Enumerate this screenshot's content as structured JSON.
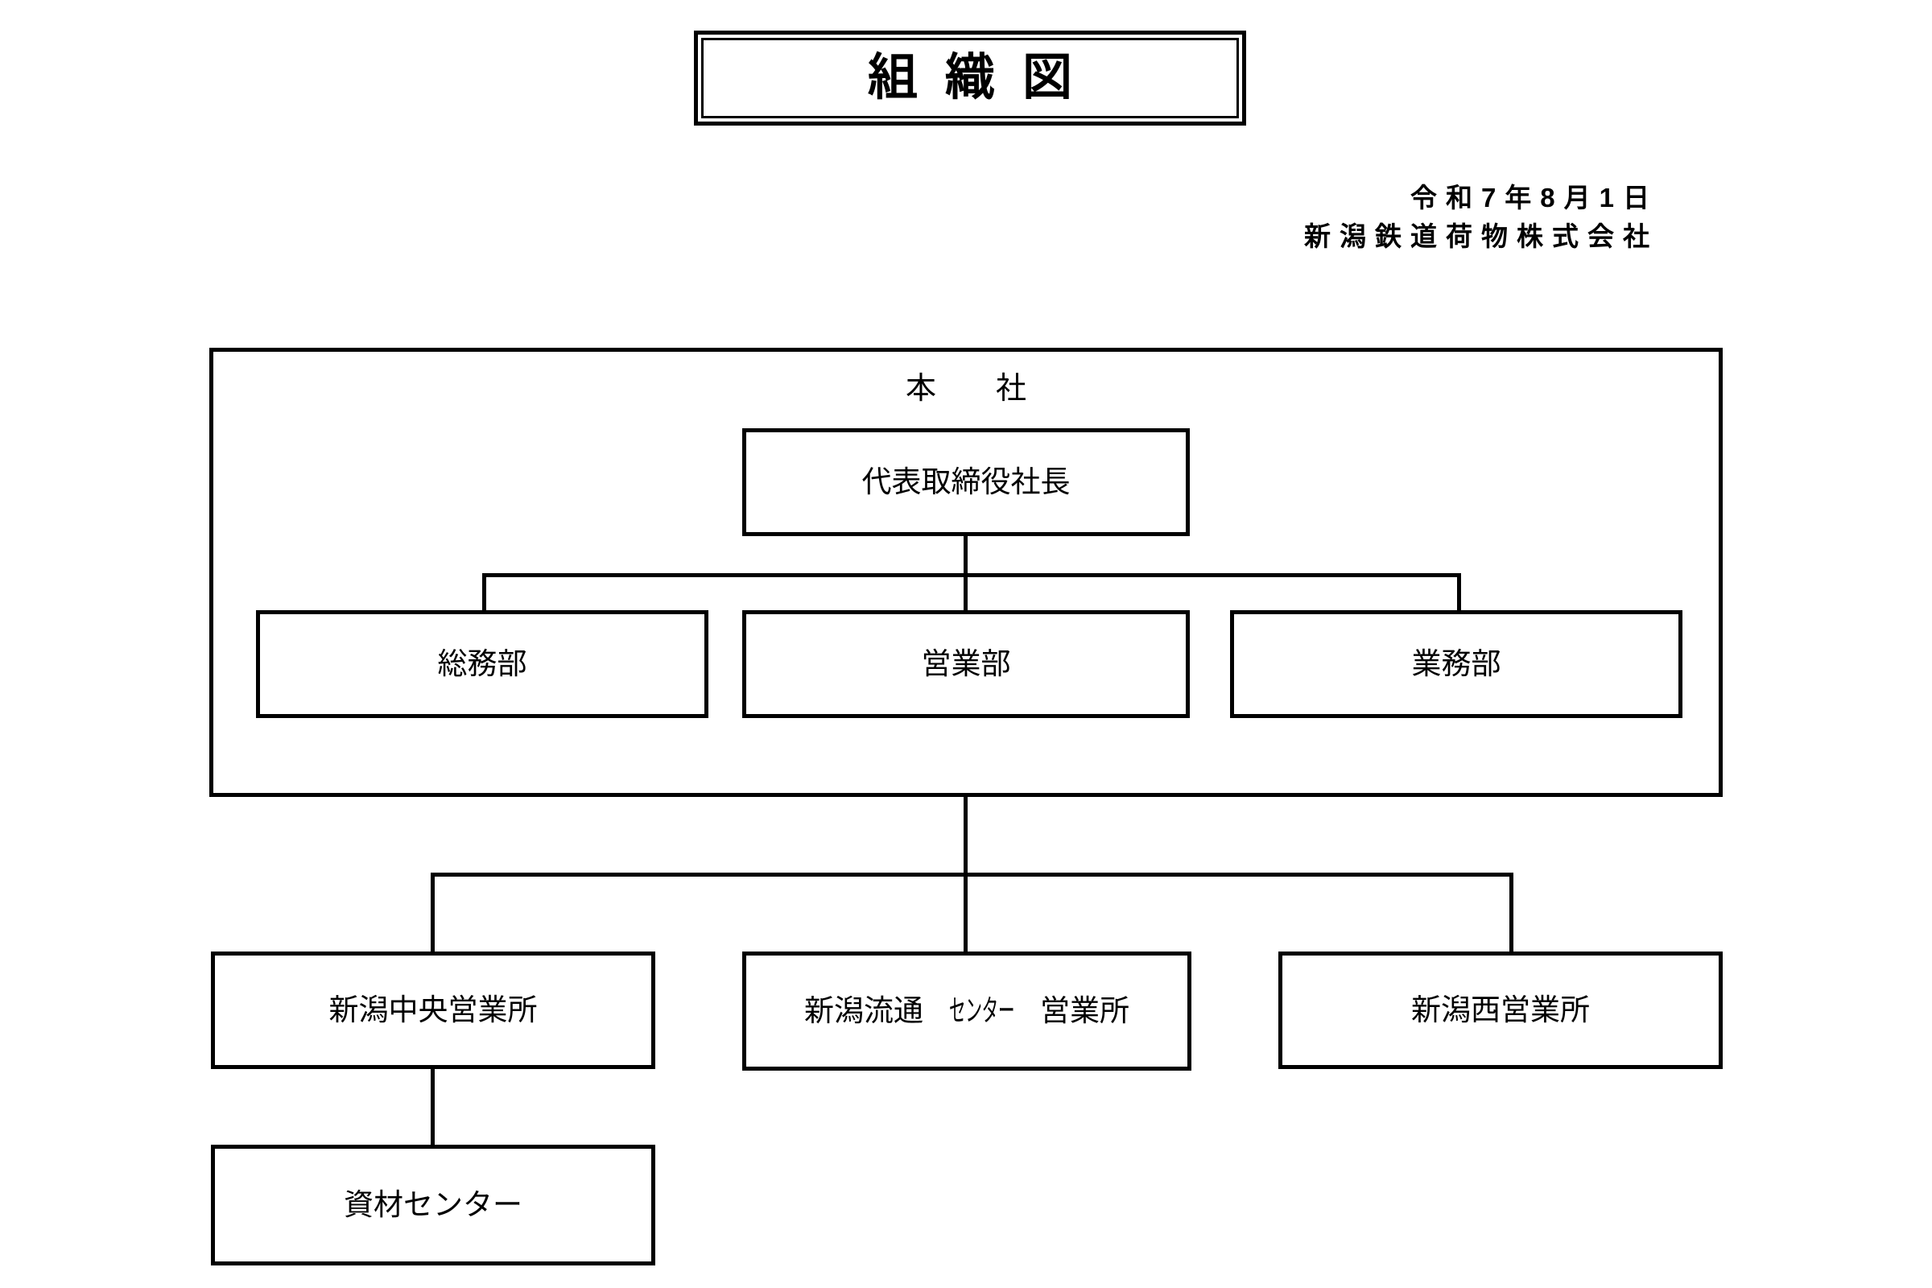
{
  "document": {
    "title": "組織図",
    "date": "令和7年8月1日",
    "company": "新潟鉄道荷物株式会社"
  },
  "chart_data": {
    "type": "diagram",
    "diagram_type": "organization-chart",
    "title": "組織図",
    "date": "令和7年8月1日",
    "company": "新潟鉄道荷物株式会社",
    "nodes": [
      {
        "id": "head_office",
        "label": "本　社",
        "level": 0,
        "type": "group-frame"
      },
      {
        "id": "president",
        "label": "代表取締役社長",
        "level": 1,
        "parent": "head_office"
      },
      {
        "id": "dept_general",
        "label": "総務部",
        "level": 2,
        "parent": "president"
      },
      {
        "id": "dept_sales",
        "label": "営業部",
        "level": 2,
        "parent": "president"
      },
      {
        "id": "dept_operations",
        "label": "業務部",
        "level": 2,
        "parent": "president"
      },
      {
        "id": "office_chuo",
        "label": "新潟中央営業所",
        "level": 3,
        "parent": "head_office"
      },
      {
        "id": "office_ryutsu",
        "label": "新潟流通センター営業所",
        "level": 3,
        "parent": "head_office"
      },
      {
        "id": "office_nishi",
        "label": "新潟西営業所",
        "level": 3,
        "parent": "head_office"
      },
      {
        "id": "center_shizai",
        "label": "資材センター",
        "level": 4,
        "parent": "office_chuo"
      }
    ],
    "edges": [
      {
        "from": "president",
        "to": "dept_general"
      },
      {
        "from": "president",
        "to": "dept_sales"
      },
      {
        "from": "president",
        "to": "dept_operations"
      },
      {
        "from": "head_office",
        "to": "office_chuo"
      },
      {
        "from": "head_office",
        "to": "office_ryutsu"
      },
      {
        "from": "head_office",
        "to": "office_nishi"
      },
      {
        "from": "office_chuo",
        "to": "center_shizai"
      }
    ]
  },
  "headoffice": {
    "label": "本　社"
  },
  "president": {
    "label": "代表取締役社長"
  },
  "departments": [
    {
      "label": "総務部"
    },
    {
      "label": "営業部"
    },
    {
      "label": "業務部"
    }
  ],
  "offices": [
    {
      "label": "新潟中央営業所"
    },
    {
      "label_prefix": "新潟流通",
      "label_katakana": "センター",
      "label_suffix": "営業所",
      "label": "新潟流通センター営業所"
    },
    {
      "label": "新潟西営業所"
    }
  ],
  "centers": [
    {
      "label": "資材センター"
    }
  ],
  "colors": {
    "background": "#ffffff",
    "line": "#000000",
    "text": "#000000"
  }
}
